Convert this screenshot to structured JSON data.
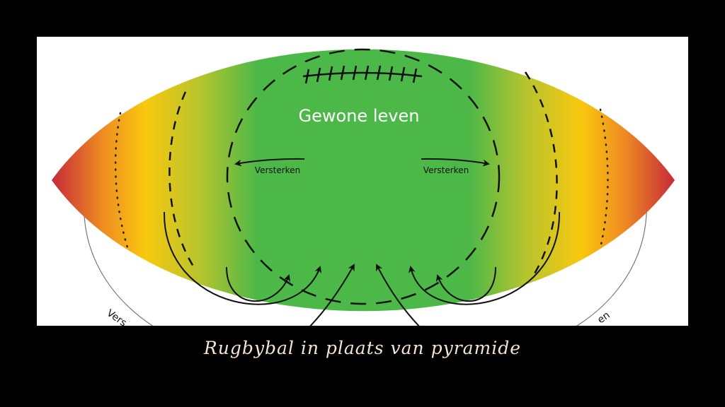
{
  "diagram": {
    "center_label": "Gewone leven",
    "left_arrow_label": "Versterken",
    "right_arrow_label": "Versterken",
    "bottom_left_partial": "Vers",
    "bottom_right_partial": "en",
    "colors": {
      "green": "#4cb848",
      "yellow": "#f9c80e",
      "orange": "#ee8a22",
      "red": "#c62a3a"
    }
  },
  "caption": "Rugbybal in plaats van pyramide"
}
